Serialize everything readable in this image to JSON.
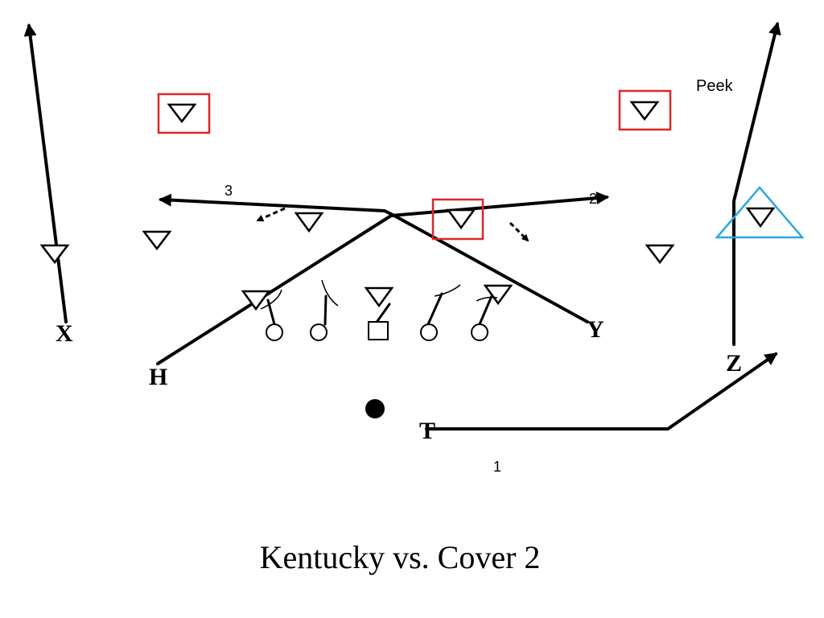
{
  "title": "Kentucky vs. Cover 2",
  "labels": {
    "x": "X",
    "h": "H",
    "y": "Y",
    "z": "Z",
    "t": "T",
    "route_1": "1",
    "route_2": "2",
    "route_3": "3",
    "peek": "Peek"
  },
  "colors": {
    "highlight_red": "#e0242a",
    "highlight_blue": "#2aa7e0",
    "line": "#000000"
  }
}
